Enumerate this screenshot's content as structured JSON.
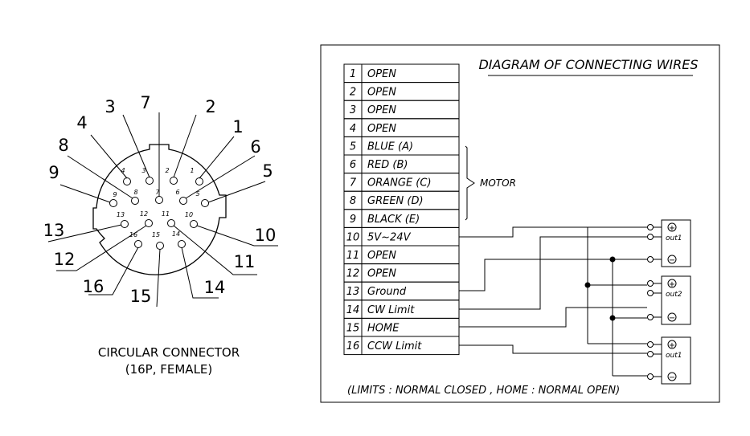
{
  "connector": {
    "caption_line1": "CIRCULAR CONNECTOR",
    "caption_line2": "(16P,  FEMALE)",
    "pins": [
      {
        "id": "1"
      },
      {
        "id": "2"
      },
      {
        "id": "3"
      },
      {
        "id": "4"
      },
      {
        "id": "5"
      },
      {
        "id": "6"
      },
      {
        "id": "7"
      },
      {
        "id": "8"
      },
      {
        "id": "9"
      },
      {
        "id": "10"
      },
      {
        "id": "11"
      },
      {
        "id": "12"
      },
      {
        "id": "13"
      },
      {
        "id": "14"
      },
      {
        "id": "15"
      },
      {
        "id": "16"
      }
    ]
  },
  "wiring": {
    "title": "DIAGRAM OF CONNECTING WIRES",
    "rows": [
      {
        "num": "1",
        "label": "OPEN"
      },
      {
        "num": "2",
        "label": "OPEN"
      },
      {
        "num": "3",
        "label": "OPEN"
      },
      {
        "num": "4",
        "label": "OPEN"
      },
      {
        "num": "5",
        "label": "BLUE (A)"
      },
      {
        "num": "6",
        "label": "RED (B)"
      },
      {
        "num": "7",
        "label": "ORANGE (C)"
      },
      {
        "num": "8",
        "label": "GREEN (D)"
      },
      {
        "num": "9",
        "label": "BLACK (E)"
      },
      {
        "num": "10",
        "label": "5V~24V"
      },
      {
        "num": "11",
        "label": "OPEN"
      },
      {
        "num": "12",
        "label": "OPEN"
      },
      {
        "num": "13",
        "label": "Ground"
      },
      {
        "num": "14",
        "label": "CW Limit"
      },
      {
        "num": "15",
        "label": "HOME"
      },
      {
        "num": "16",
        "label": "CCW Limit"
      }
    ],
    "motor_label": "MOTOR",
    "outputs": [
      {
        "plus": "+",
        "label": "out1",
        "minus": "−"
      },
      {
        "plus": "+",
        "label": "out2",
        "minus": "−"
      },
      {
        "plus": "+",
        "label": "out1",
        "minus": "−"
      }
    ],
    "note": "(LIMITS : NORMAL CLOSED  ,  HOME : NORMAL OPEN)"
  }
}
